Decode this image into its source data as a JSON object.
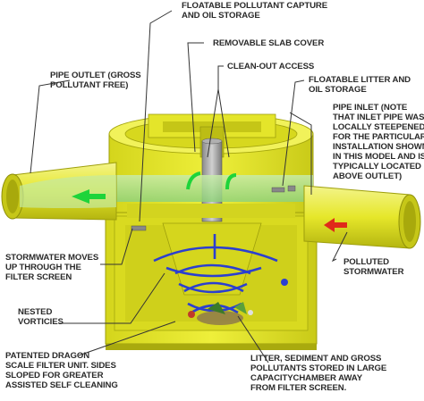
{
  "colors": {
    "body_yellow": "#e9ea2b",
    "body_yellow_dark": "#b9ba10",
    "body_yellow_light": "#f6f78a",
    "water_green": "#9fdc86",
    "spiral_blue": "#2b3fd0",
    "arrow_green": "#1ed43a",
    "arrow_red": "#e02a1a",
    "leader_line": "#333333",
    "label_text": "#2a2a2a"
  },
  "labels": {
    "floatable_capture": "FLOATABLE POLLUTANT CAPTURE\nAND OIL STORAGE",
    "slab_cover": "REMOVABLE SLAB COVER",
    "clean_out": "CLEAN-OUT ACCESS",
    "pipe_outlet": "PIPE OUTLET (GROSS\nPOLLUTANT FREE)",
    "floatable_litter": "FLOATABLE LITTER AND\nOIL STORAGE",
    "pipe_inlet": "PIPE INLET (NOTE\nTHAT INLET PIPE WAS\nLOCALLY STEEPENED\nFOR THE PARTICULAR\nINSTALLATION SHOWN\nIN THIS MODEL AND IS\nTYPICALLY LOCATED\nABOVE OUTLET)",
    "stormwater_moves": "STORMWATER MOVES\nUP THROUGH THE\nFILTER SCREEN",
    "polluted": "POLLUTED\nSTORMWATER",
    "nested": "NESTED\nVORTICIES",
    "patented": "PATENTED DRAGON\nSCALE FILTER UNIT. SIDES\nSLOPED FOR GREATER\nASSISTED SELF CLEANING",
    "litter_stored": "LITTER, SEDIMENT AND GROSS\nPOLLUTANTS STORED IN LARGE\nCAPACITYCHAMBER AWAY\nFROM FILTER SCREEN."
  }
}
